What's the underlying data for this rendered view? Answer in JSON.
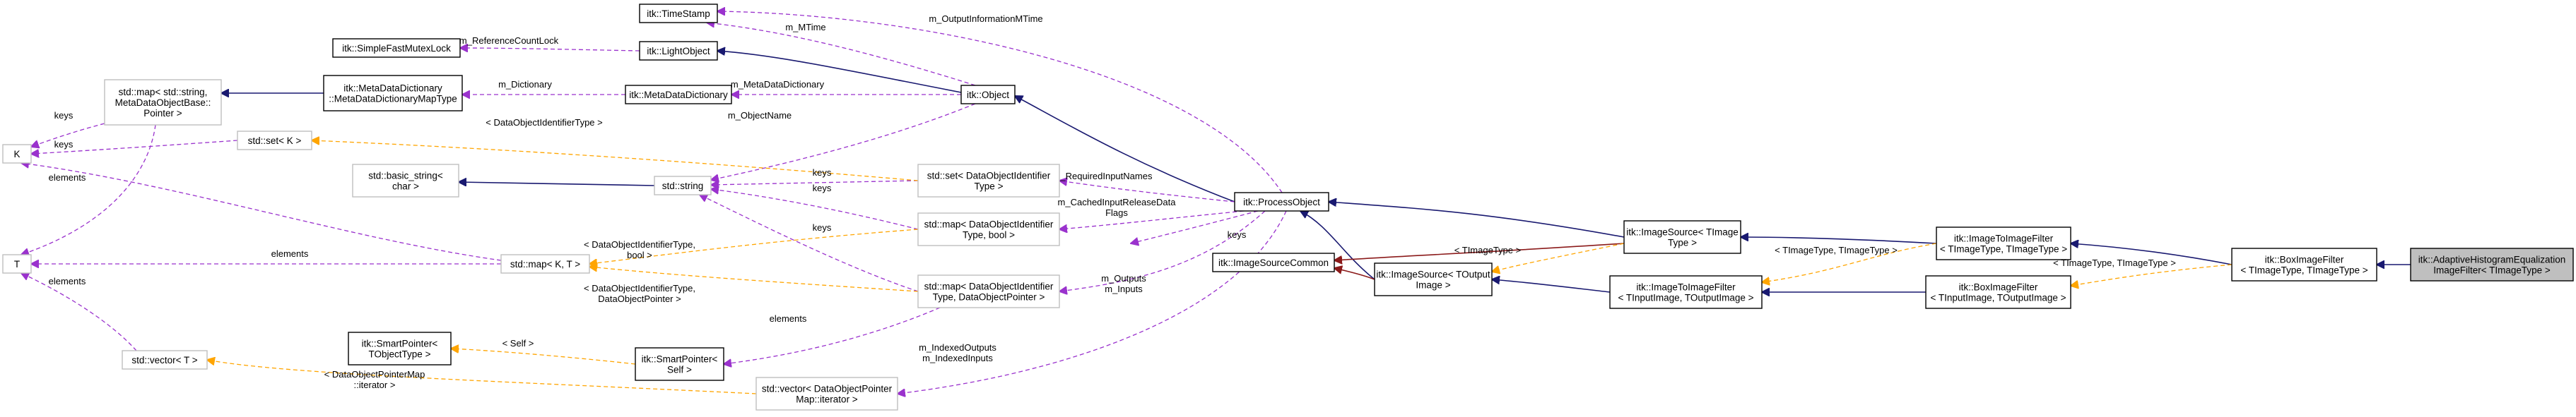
{
  "diagram": {
    "nodes": [
      {
        "id": "timestamp",
        "lines": [
          "itk::TimeStamp"
        ]
      },
      {
        "id": "mutexlock",
        "lines": [
          "itk::SimpleFastMutexLock"
        ]
      },
      {
        "id": "lightobject",
        "lines": [
          "itk::LightObject"
        ]
      },
      {
        "id": "stdmap_string",
        "lines": [
          "std::map< std::string,",
          "MetaDataObjectBase::",
          "Pointer >"
        ]
      },
      {
        "id": "metadict_map",
        "lines": [
          "itk::MetaDataDictionary",
          "::MetaDataDictionaryMapType"
        ]
      },
      {
        "id": "metadict",
        "lines": [
          "itk::MetaDataDictionary"
        ]
      },
      {
        "id": "object",
        "lines": [
          "itk::Object"
        ]
      },
      {
        "id": "k",
        "lines": [
          "K"
        ]
      },
      {
        "id": "stdset_k",
        "lines": [
          "std::set< K >"
        ]
      },
      {
        "id": "basic_string",
        "lines": [
          "std::basic_string<",
          "char >"
        ]
      },
      {
        "id": "stdstring",
        "lines": [
          "std::string"
        ]
      },
      {
        "id": "stdset_doi",
        "lines": [
          "std::set< DataObjectIdentifier",
          "Type >"
        ]
      },
      {
        "id": "processobject",
        "lines": [
          "itk::ProcessObject"
        ]
      },
      {
        "id": "map_doi_bool",
        "lines": [
          "std::map< DataObjectIdentifier",
          "Type, bool >"
        ]
      },
      {
        "id": "imagesource_t",
        "lines": [
          "itk::ImageSource< TImage",
          "Type >"
        ]
      },
      {
        "id": "imagesourcecommon",
        "lines": [
          "itk::ImageSourceCommon"
        ]
      },
      {
        "id": "t",
        "lines": [
          "T"
        ]
      },
      {
        "id": "stdmap_kt",
        "lines": [
          "std::map< K, T >"
        ]
      },
      {
        "id": "map_doi_ptr",
        "lines": [
          "std::map< DataObjectIdentifier",
          "Type, DataObjectPointer >"
        ]
      },
      {
        "id": "imagesource_to",
        "lines": [
          "itk::ImageSource< TOutput",
          "Image >"
        ]
      },
      {
        "id": "itif_tt",
        "lines": [
          "itk::ImageToImageFilter",
          "< TImageType, TImageType >"
        ]
      },
      {
        "id": "itif_io",
        "lines": [
          "itk::ImageToImageFilter",
          "< TInputImage, TOutputImage >"
        ]
      },
      {
        "id": "boxfilter_io",
        "lines": [
          "itk::BoxImageFilter",
          "< TInputImage, TOutputImage >"
        ]
      },
      {
        "id": "boxfilter_tt",
        "lines": [
          "itk::BoxImageFilter",
          "< TImageType, TImageType >"
        ]
      },
      {
        "id": "adaptive",
        "lines": [
          "itk::AdaptiveHistogramEqualization",
          "ImageFilter< TImageType >"
        ]
      },
      {
        "id": "smartptr_tobj",
        "lines": [
          "itk::SmartPointer<",
          "TObjectType >"
        ]
      },
      {
        "id": "smartptr_self",
        "lines": [
          "itk::SmartPointer<",
          "Self >"
        ]
      },
      {
        "id": "vector_t",
        "lines": [
          "std::vector< T >"
        ]
      },
      {
        "id": "vector_doi",
        "lines": [
          "std::vector< DataObjectPointer",
          "Map::iterator >"
        ]
      }
    ],
    "edge_labels": [
      {
        "id": "l_output_mtime",
        "lines": [
          "m_OutputInformationMTime"
        ]
      },
      {
        "id": "l_mtime",
        "lines": [
          "m_MTime"
        ]
      },
      {
        "id": "l_refcount",
        "lines": [
          "m_ReferenceCountLock"
        ]
      },
      {
        "id": "l_dictionary",
        "lines": [
          "m_Dictionary"
        ]
      },
      {
        "id": "l_metadict",
        "lines": [
          "m_MetaDataDictionary"
        ]
      },
      {
        "id": "l_keys_map",
        "lines": [
          "keys"
        ]
      },
      {
        "id": "l_keys_set",
        "lines": [
          "keys"
        ]
      },
      {
        "id": "l_dataobj_type",
        "lines": [
          "< DataObjectIdentifierType >"
        ]
      },
      {
        "id": "l_objectname",
        "lines": [
          "m_ObjectName"
        ]
      },
      {
        "id": "l_keys_1",
        "lines": [
          "keys"
        ]
      },
      {
        "id": "l_required",
        "lines": [
          "m_RequiredInputNames"
        ]
      },
      {
        "id": "l_keys_2",
        "lines": [
          "keys"
        ]
      },
      {
        "id": "l_cached",
        "lines": [
          "m_CachedInputReleaseData",
          "Flags"
        ]
      },
      {
        "id": "l_keys_3",
        "lines": [
          "keys"
        ]
      },
      {
        "id": "l_keys_4",
        "lines": [
          "keys"
        ]
      },
      {
        "id": "l_outputs",
        "lines": [
          "m_Outputs",
          "m_Inputs"
        ]
      },
      {
        "id": "l_elements_t",
        "lines": [
          "elements"
        ]
      },
      {
        "id": "l_elements_map",
        "lines": [
          "elements"
        ]
      },
      {
        "id": "l_doi_bool",
        "lines": [
          "< DataObjectIdentifierType,",
          "bool >"
        ]
      },
      {
        "id": "l_doi_ptr",
        "lines": [
          "< DataObjectIdentifierType,",
          "DataObjectPointer >"
        ]
      },
      {
        "id": "l_timagetype",
        "lines": [
          "< TImageType >"
        ]
      },
      {
        "id": "l_tt_1",
        "lines": [
          "< TImageType, TImageType >"
        ]
      },
      {
        "id": "l_tt_2",
        "lines": [
          "< TImageType, TImageType >"
        ]
      },
      {
        "id": "l_elements_vec",
        "lines": [
          "elements"
        ]
      },
      {
        "id": "l_elements_sp",
        "lines": [
          "elements"
        ]
      },
      {
        "id": "l_self",
        "lines": [
          "< Self >"
        ]
      },
      {
        "id": "l_indexed",
        "lines": [
          "m_IndexedOutputs",
          "m_IndexedInputs"
        ]
      },
      {
        "id": "l_doi_iter",
        "lines": [
          "< DataObjectPointerMap",
          "::iterator >"
        ]
      }
    ]
  }
}
